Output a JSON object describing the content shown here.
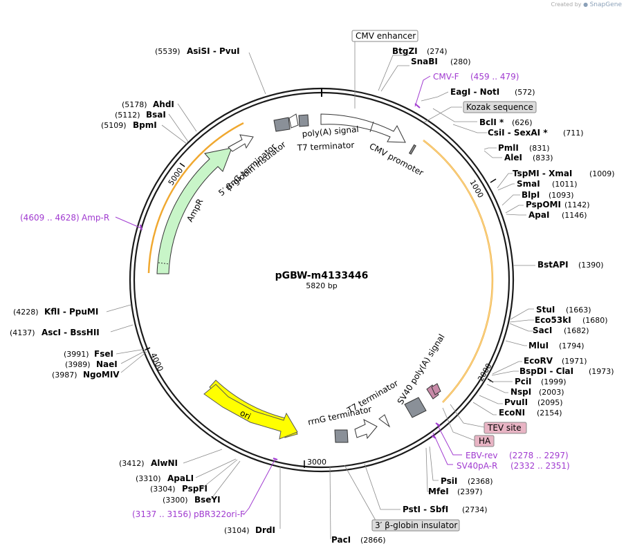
{
  "watermark": {
    "prefix": "Created by",
    "brand": "SnapGene"
  },
  "plasmid": {
    "name": "pGBW-m4133446",
    "size_label": "5820 bp"
  },
  "ticks": [
    "1000",
    "2000",
    "3000",
    "4000",
    "5000"
  ],
  "colors": {
    "orange": "#f0a830",
    "ampr": "#c8f5c8",
    "ori": "#ffff00",
    "primer": "#a03ad0",
    "tev": "#e8b4c4",
    "grey_box": "#dcdcdc"
  },
  "features": {
    "cmv_promoter": "CMV promoter",
    "polya_signal": "poly(A) signal",
    "t7_term_top": "T7 terminator",
    "rrng_term_top": "rrnG terminator",
    "beta_globin_5": "5′ β-globin insulator",
    "ampr": "AmpR",
    "ori": "ori",
    "rrng_term_bottom": "rrnG terminator",
    "t7_term_bottom": "T7 terminator",
    "sv40_polya": "SV40 poly(A) signal"
  },
  "boxed": {
    "cmv_enhancer": "CMV enhancer",
    "kozak": "Kozak sequence",
    "tev": "TEV site",
    "ha": "HA",
    "globin3": "3′ β-globin insulator"
  },
  "enzymes": {
    "btgzi": {
      "name": "BtgZI",
      "pos": "(274)"
    },
    "snabi": {
      "name": "SnaBI",
      "pos": "(280)"
    },
    "eagi": {
      "name": "EagI  - NotI",
      "pos": "(572)"
    },
    "bcli": {
      "name": "BclI *",
      "pos": "(626)"
    },
    "csii": {
      "name": "CsiI  - SexAI *",
      "pos": "(711)"
    },
    "pmli": {
      "name": "PmlI",
      "pos": "(831)"
    },
    "alei": {
      "name": "AleI",
      "pos": "(833)"
    },
    "tspmi": {
      "name": "TspMI  - XmaI",
      "pos": "(1009)"
    },
    "smai": {
      "name": "SmaI",
      "pos": "(1011)"
    },
    "blpi": {
      "name": "BlpI",
      "pos": "(1093)"
    },
    "pspomi": {
      "name": "PspOMI",
      "pos": "(1142)"
    },
    "apai": {
      "name": "ApaI",
      "pos": "(1146)"
    },
    "bstapi": {
      "name": "BstAPI",
      "pos": "(1390)"
    },
    "stui": {
      "name": "StuI",
      "pos": "(1663)"
    },
    "eco53ki": {
      "name": "Eco53kI",
      "pos": "(1680)"
    },
    "saci": {
      "name": "SacI",
      "pos": "(1682)"
    },
    "mlui": {
      "name": "MluI",
      "pos": "(1794)"
    },
    "ecorv": {
      "name": "EcoRV",
      "pos": "(1971)"
    },
    "bspdi": {
      "name": "BspDI  - ClaI",
      "pos": "(1973)"
    },
    "pcii": {
      "name": "PciI",
      "pos": "(1999)"
    },
    "nspi": {
      "name": "NspI",
      "pos": "(2003)"
    },
    "pvuii": {
      "name": "PvuII",
      "pos": "(2095)"
    },
    "econi": {
      "name": "EcoNI",
      "pos": "(2154)"
    },
    "psii": {
      "name": "PsiI",
      "pos": "(2368)"
    },
    "mfei": {
      "name": "MfeI",
      "pos": "(2397)"
    },
    "psti": {
      "name": "PstI  - SbfI",
      "pos": "(2734)"
    },
    "paci": {
      "name": "PacI",
      "pos": "(2866)"
    },
    "drdi": {
      "name": "DrdI",
      "pos": "(3104)"
    },
    "bseyi": {
      "name": "BseYI",
      "pos": "(3300)"
    },
    "pspfi": {
      "name": "PspFI",
      "pos": "(3304)"
    },
    "apali": {
      "name": "ApaLI",
      "pos": "(3310)"
    },
    "alwni": {
      "name": "AlwNI",
      "pos": "(3412)"
    },
    "ngomiv": {
      "name": "NgoMIV",
      "pos": "(3987)"
    },
    "naei": {
      "name": "NaeI",
      "pos": "(3989)"
    },
    "fsei": {
      "name": "FseI",
      "pos": "(3991)"
    },
    "bsshii": {
      "name": "AscI  - BssHII",
      "pos": "(4137)"
    },
    "ppumi": {
      "name": "KflI  - PpuMI",
      "pos": "(4228)"
    },
    "bpmi": {
      "name": "BpmI",
      "pos": "(5109)"
    },
    "bsai": {
      "name": "BsaI",
      "pos": "(5112)"
    },
    "ahdi": {
      "name": "AhdI",
      "pos": "(5178)"
    },
    "pvui": {
      "name": "AsiSI  - PvuI",
      "pos": "(5539)"
    }
  },
  "primers": {
    "cmvf": {
      "name": "CMV-F",
      "range": "(459 .. 479)"
    },
    "ampr": {
      "name": "Amp-R",
      "range": "(4609 .. 4628)"
    },
    "ebvrev": {
      "name": "EBV-rev",
      "range": "(2278 .. 2297)"
    },
    "sv40par": {
      "name": "SV40pA-R",
      "range": "(2332 .. 2351)"
    },
    "pbr322": {
      "name": "pBR322ori-F",
      "range": "(3137 .. 3156)"
    }
  }
}
